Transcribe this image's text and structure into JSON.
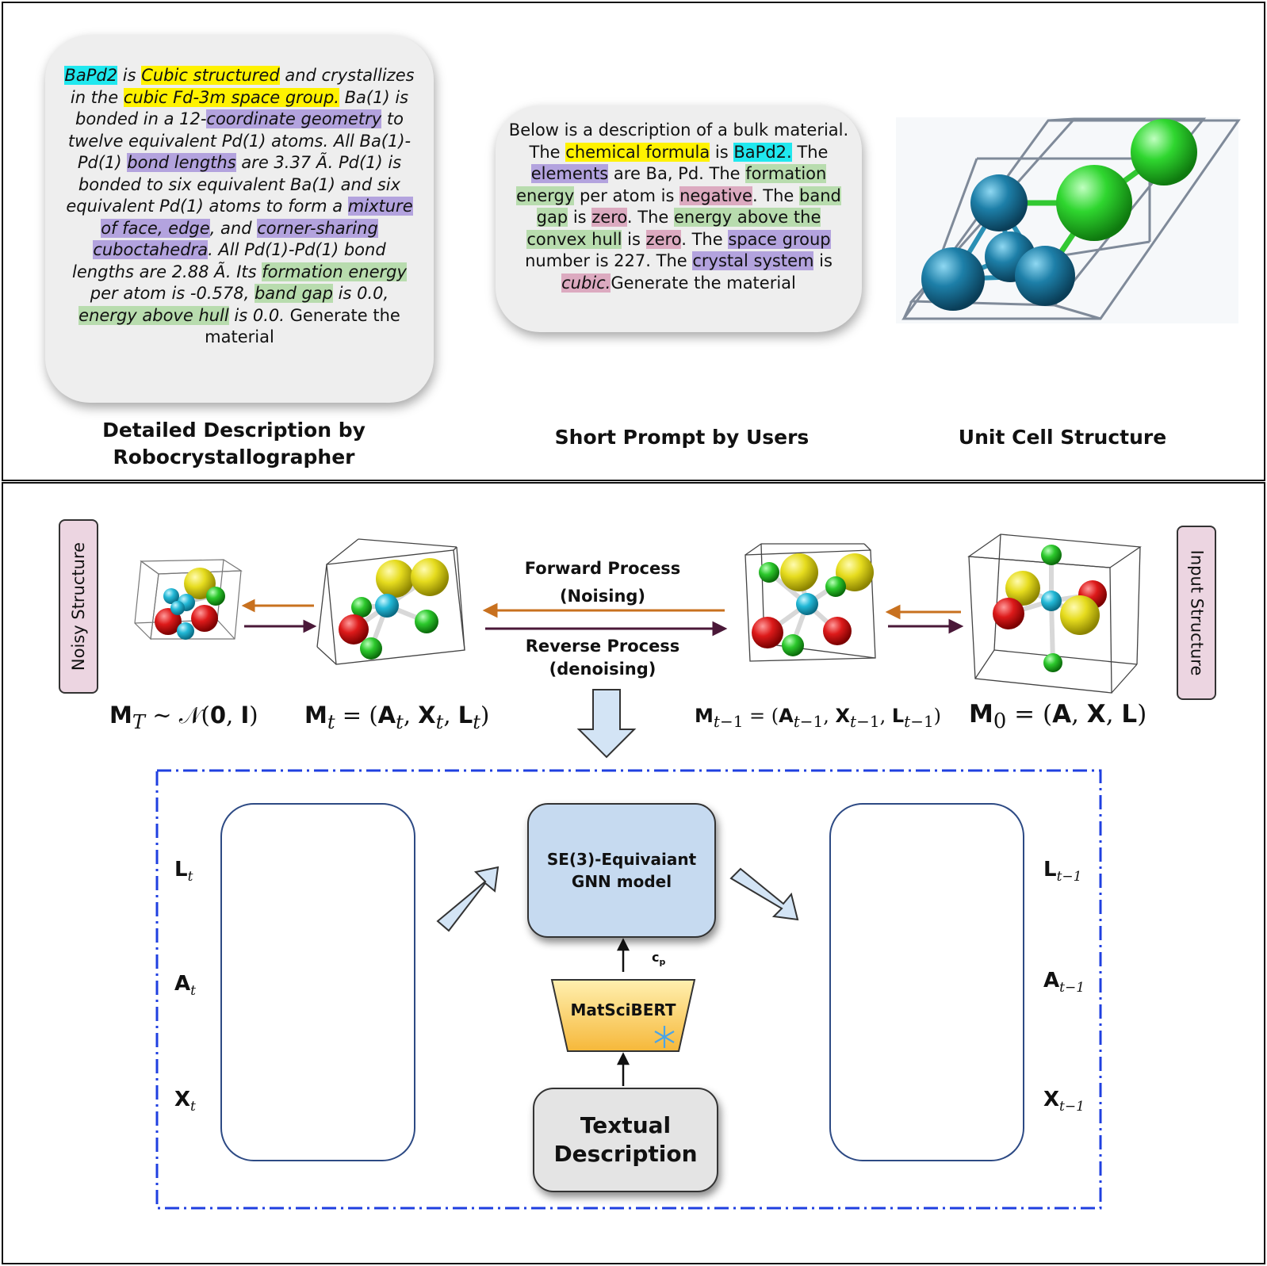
{
  "top": {
    "detailed_description": {
      "segments": [
        {
          "t": "BaPd2",
          "hl": "cyan"
        },
        {
          "t": " is ",
          "hl": ""
        },
        {
          "t": "Cubic structured",
          "hl": "yellow"
        },
        {
          "t": " and crystallizes in the ",
          "hl": ""
        },
        {
          "t": "cubic Fd-3m space group.",
          "hl": "yellow"
        },
        {
          "t": " Ba(1) is bonded in a 12-",
          "hl": ""
        },
        {
          "t": "coordinate geometry",
          "hl": "purple"
        },
        {
          "t": " to twelve equivalent Pd(1) atoms. All Ba(1)-Pd(1) ",
          "hl": ""
        },
        {
          "t": "bond lengths",
          "hl": "purple"
        },
        {
          "t": " are 3.37 Ã. Pd(1) is bonded to six equivalent Ba(1) and six equivalent Pd(1) atoms to form a ",
          "hl": ""
        },
        {
          "t": "mixture of face, edge",
          "hl": "purple"
        },
        {
          "t": ", and ",
          "hl": ""
        },
        {
          "t": "corner-sharing cuboctahedra",
          "hl": "purple"
        },
        {
          "t": ". All Pd(1)-Pd(1) bond lengths are 2.88 Ã. Its ",
          "hl": ""
        },
        {
          "t": "formation energy",
          "hl": "green"
        },
        {
          "t": " per atom is -0.578, ",
          "hl": ""
        },
        {
          "t": "band gap",
          "hl": "green"
        },
        {
          "t": " is 0.0, ",
          "hl": ""
        },
        {
          "t": "energy above hull",
          "hl": "green"
        },
        {
          "t": " is 0.0.",
          "hl": ""
        },
        {
          "t": " Generate the material",
          "hl": "",
          "plain": true
        }
      ],
      "caption": "Detailed Description by Robocrystallographer"
    },
    "short_prompt": {
      "segments": [
        {
          "t": "Below is a description of a bulk material. The ",
          "hl": ""
        },
        {
          "t": "chemical formula",
          "hl": "yellow"
        },
        {
          "t": " is ",
          "hl": ""
        },
        {
          "t": "BaPd2.",
          "hl": "cyan"
        },
        {
          "t": " The ",
          "hl": ""
        },
        {
          "t": "elements",
          "hl": "purple"
        },
        {
          "t": " are Ba, Pd. The ",
          "hl": ""
        },
        {
          "t": "formation energy",
          "hl": "green"
        },
        {
          "t": " per atom is ",
          "hl": ""
        },
        {
          "t": "negative",
          "hl": "pink"
        },
        {
          "t": ". The ",
          "hl": ""
        },
        {
          "t": "band gap",
          "hl": "green"
        },
        {
          "t": " is ",
          "hl": ""
        },
        {
          "t": "zero",
          "hl": "pink"
        },
        {
          "t": ". The ",
          "hl": ""
        },
        {
          "t": "energy above the convex hull",
          "hl": "green"
        },
        {
          "t": " is ",
          "hl": ""
        },
        {
          "t": "zero",
          "hl": "pink"
        },
        {
          "t": ". The ",
          "hl": ""
        },
        {
          "t": "space group",
          "hl": "purple"
        },
        {
          "t": " number is 227. The ",
          "hl": ""
        },
        {
          "t": "crystal system",
          "hl": "purple"
        },
        {
          "t": " is ",
          "hl": ""
        },
        {
          "t": "cubic.",
          "hl": "pink",
          "italic": true
        },
        {
          "t": "Generate the material",
          "hl": ""
        }
      ],
      "caption": "Short Prompt by Users"
    },
    "unit_cell": {
      "caption": "Unit Cell Structure"
    }
  },
  "bottom": {
    "tag_noisy": "Noisy Structure",
    "tag_input": "Input Structure",
    "forward_label": "Forward Process",
    "forward_sub": "(Noising)",
    "reverse_label": "Reverse Process",
    "reverse_sub": "(denoising)",
    "gnn_line1": "SE(3)-Equivaiant",
    "gnn_line2": "GNN model",
    "cp_main": "c",
    "cp_sub": "p",
    "matscibert": "MatSciBERT",
    "text_line1": "Textual",
    "text_line2": "Description",
    "labels": {
      "L": "L",
      "A": "A",
      "X": "X",
      "t": "t",
      "tm1": "t−1"
    }
  },
  "colors": {
    "cyan": "#20e8ef",
    "yellow": "#fff200",
    "purple": "#b3a3de",
    "green": "#b8dcae",
    "pink": "#dcaac0",
    "forward_arrow": "#c8711f",
    "reverse_arrow": "#4a1838",
    "dashed_box": "#1f3fe0",
    "atom_yellow": "#e6dc1e",
    "atom_red": "#dd1a1a",
    "atom_green": "#2cc82c",
    "atom_cyan": "#22b8d6",
    "atom_green_big": "#2fd62f",
    "atom_blue": "#1d7fa8"
  }
}
